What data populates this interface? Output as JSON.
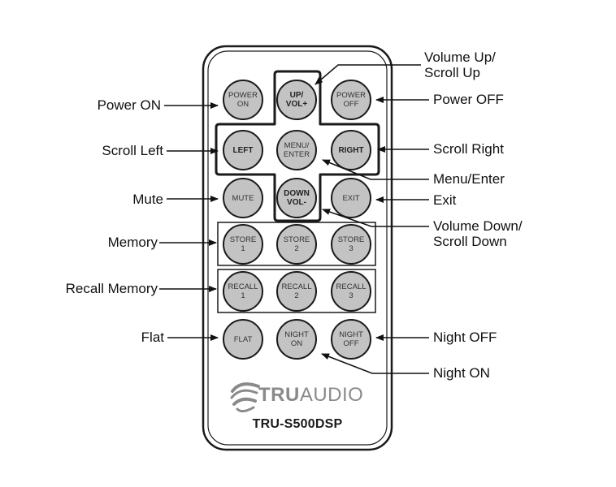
{
  "buttons": {
    "power_on": "POWER\nON",
    "up_vol": "UP/\nVOL+",
    "power_off": "POWER\nOFF",
    "left": "LEFT",
    "menu_enter": "MENU/\nENTER",
    "right": "RIGHT",
    "mute": "MUTE",
    "down_vol": "DOWN\nVOL-",
    "exit": "EXIT",
    "store_1": "STORE\n1",
    "store_2": "STORE\n2",
    "store_3": "STORE\n3",
    "recall_1": "RECALL\n1",
    "recall_2": "RECALL\n2",
    "recall_3": "RECALL\n3",
    "flat": "FLAT",
    "night_on": "NIGHT\nON",
    "night_off": "NIGHT\nOFF"
  },
  "callouts": {
    "power_on": "Power ON",
    "scroll_left": "Scroll Left",
    "mute": "Mute",
    "memory": "Memory",
    "recall_memory": "Recall Memory",
    "flat": "Flat",
    "volume_up": "Volume Up/\nScroll Up",
    "power_off": "Power OFF",
    "scroll_right": "Scroll Right",
    "menu_enter": "Menu/Enter",
    "exit": "Exit",
    "volume_down": "Volume Down/\nScroll Down",
    "night_off": "Night OFF",
    "night_on": "Night ON"
  },
  "brand": {
    "tru": "TRU",
    "audio": "AUDIO"
  },
  "model": "TRU-S500DSP",
  "colors": {
    "button_fill": "#c3c3c3",
    "outline": "#1a1a1a",
    "brand_gray": "#8a8a8a"
  }
}
